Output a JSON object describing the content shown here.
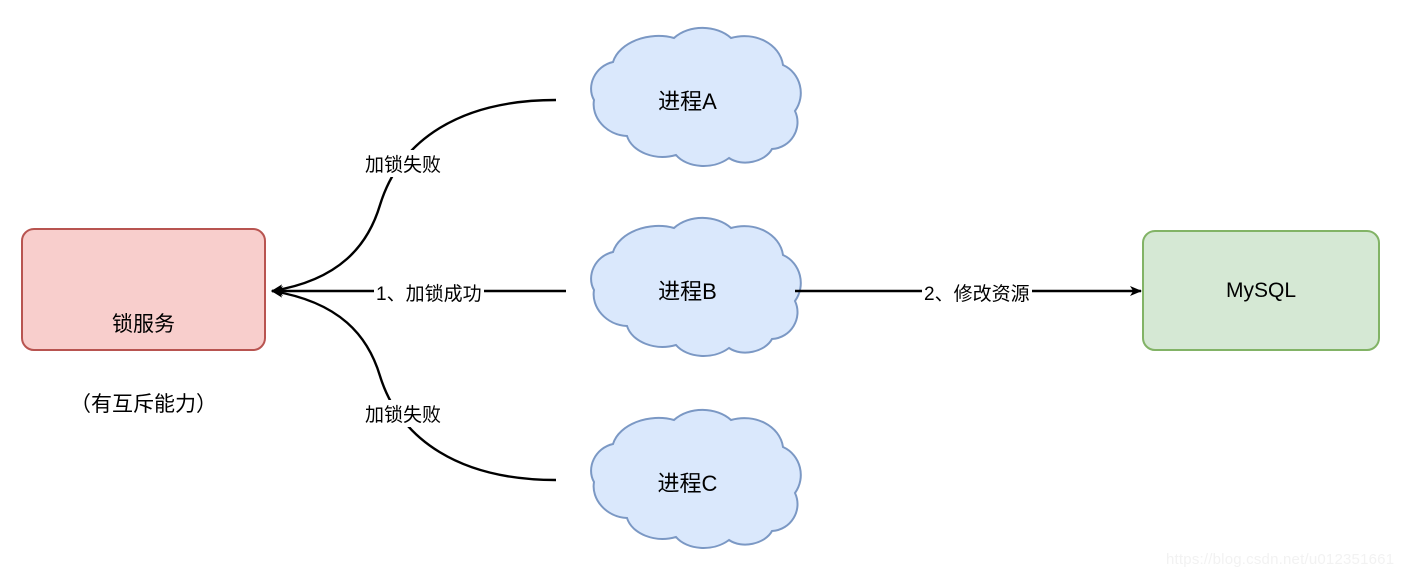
{
  "diagram": {
    "title": "distributed-lock-flow",
    "colors": {
      "lock_fill": "#f8cecc",
      "lock_stroke": "#b85450",
      "cloud_fill": "#dae8fc",
      "cloud_stroke": "#7b98c4",
      "db_fill": "#d5e8d4",
      "db_stroke": "#82b366",
      "edge_stroke": "#000000",
      "background": "#ffffff",
      "watermark": "#f2f2f2"
    },
    "nodes": {
      "lock_service": {
        "line1": "锁服务",
        "line2": "（有互斥能力）",
        "shape": "rounded-rect"
      },
      "process_a": {
        "label": "进程A",
        "shape": "cloud"
      },
      "process_b": {
        "label": "进程B",
        "shape": "cloud"
      },
      "process_c": {
        "label": "进程C",
        "shape": "cloud"
      },
      "mysql": {
        "label": "MySQL",
        "shape": "rounded-rect"
      }
    },
    "edges": [
      {
        "id": "a-to-lock",
        "label": "加锁失败",
        "from": "process_a",
        "to": "lock_service",
        "style": "curve-arrow"
      },
      {
        "id": "b-to-lock",
        "label": "1、加锁成功",
        "from": "process_b",
        "to": "lock_service",
        "style": "straight-arrow"
      },
      {
        "id": "c-to-lock",
        "label": "加锁失败",
        "from": "process_c",
        "to": "lock_service",
        "style": "curve-arrow"
      },
      {
        "id": "b-to-mysql",
        "label": "2、修改资源",
        "from": "process_b",
        "to": "mysql",
        "style": "straight-arrow"
      }
    ],
    "watermark": "https://blog.csdn.net/u012351661"
  }
}
